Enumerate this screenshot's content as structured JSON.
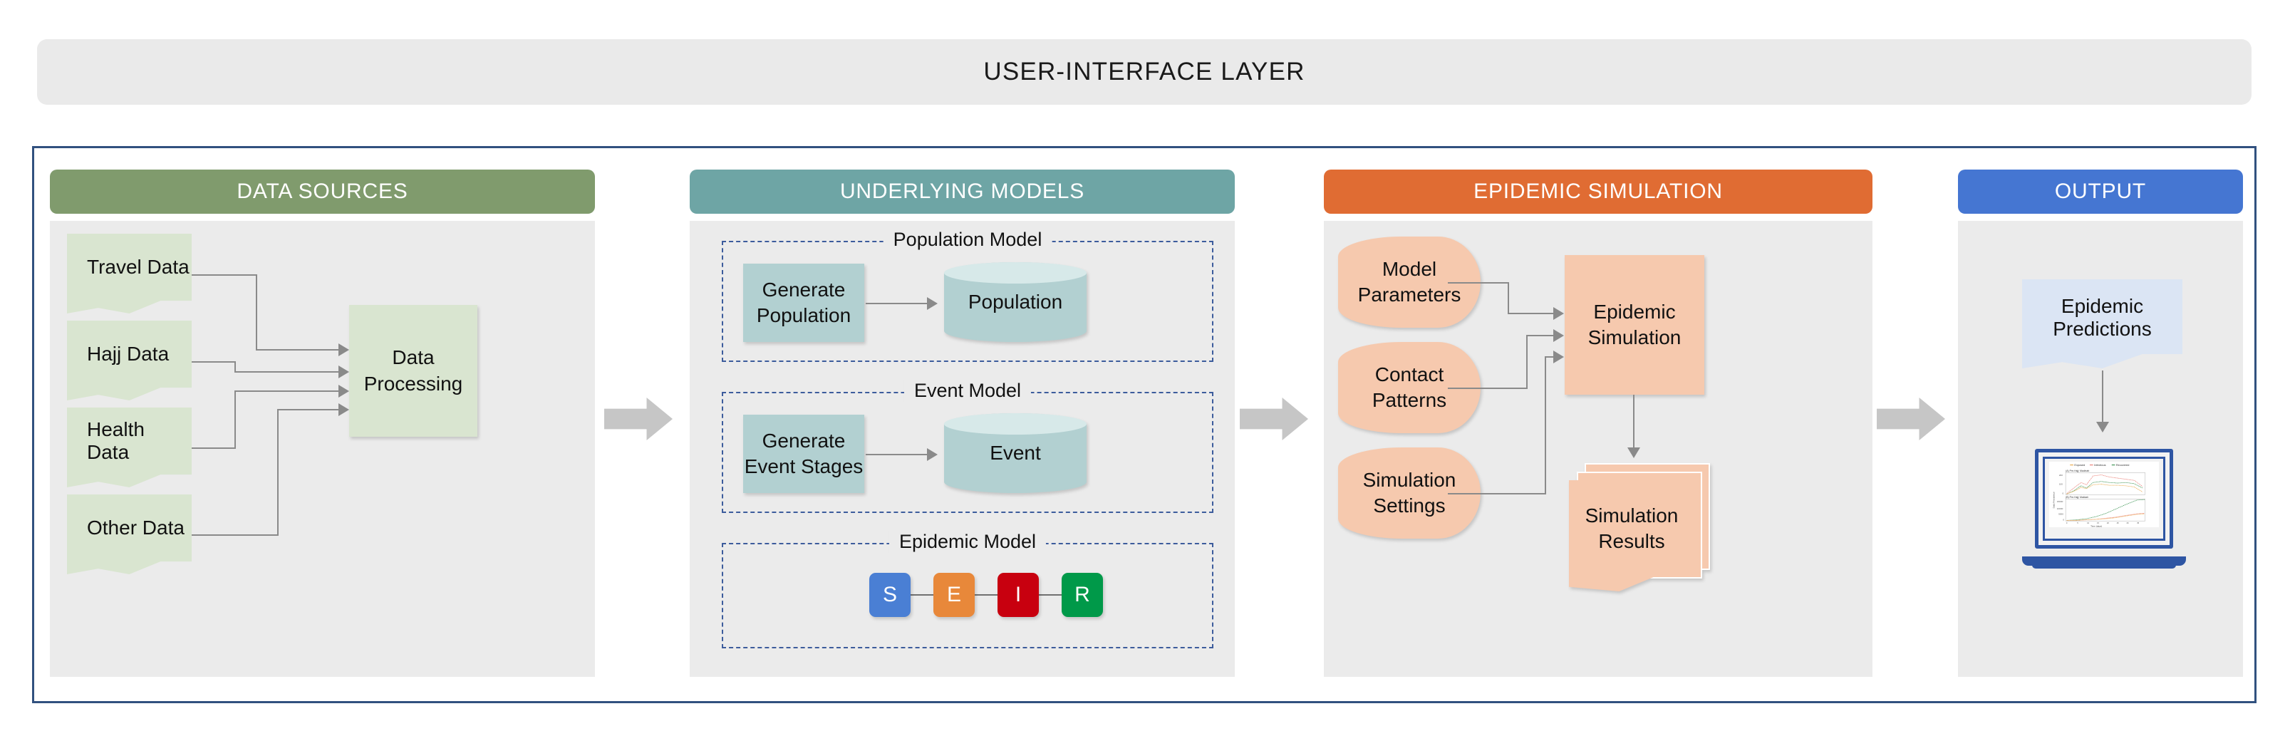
{
  "banner": {
    "title": "USER-INTERFACE LAYER"
  },
  "columns": {
    "data_sources": {
      "header": "DATA SOURCES",
      "header_color": "#809b6d",
      "cards": [
        {
          "label": "Travel Data"
        },
        {
          "label": "Hajj Data"
        },
        {
          "label": "Health Data"
        },
        {
          "label": "Other Data"
        }
      ],
      "process": {
        "label": "Data Processing"
      }
    },
    "underlying_models": {
      "header": "UNDERLYING MODELS",
      "header_color": "#6ea5a5",
      "groups": [
        {
          "title": "Population Model",
          "process": "Generate Population",
          "store": "Population"
        },
        {
          "title": "Event Model",
          "process": "Generate Event Stages",
          "store": "Event"
        },
        {
          "title": "Epidemic Model",
          "states": [
            {
              "label": "S",
              "color": "#4a7fd4"
            },
            {
              "label": "E",
              "color": "#e8883a"
            },
            {
              "label": "I",
              "color": "#c8000f"
            },
            {
              "label": "R",
              "color": "#009949"
            }
          ]
        }
      ]
    },
    "epidemic_simulation": {
      "header": "EPIDEMIC SIMULATION",
      "header_color": "#e06c33",
      "inputs": [
        {
          "label": "Model Parameters"
        },
        {
          "label": "Contact Patterns"
        },
        {
          "label": "Simulation Settings"
        }
      ],
      "engine": {
        "label": "Epidemic Simulation"
      },
      "results": {
        "label": "Simulation Results"
      }
    },
    "output": {
      "header": "OUTPUT",
      "header_color": "#4576d2",
      "card": {
        "label": "Epidemic Predictions"
      },
      "device": {
        "name": "laptop"
      }
    }
  },
  "chart_data": {
    "type": "line",
    "title": "",
    "xlabel": "Time (days)",
    "ylabel": "Daily Prevalence in Exposed",
    "x": [
      0,
      5,
      10,
      15,
      20,
      25,
      30,
      35
    ],
    "legend": [
      "Exposed",
      "Infectious",
      "Recovered"
    ],
    "legend_position": "top",
    "panels": [
      {
        "title": "(A) Pre-Hajj: Madinah",
        "ylim": [
          0,
          300
        ],
        "yticks": [
          0,
          100,
          200
        ],
        "series": [
          {
            "name": "Exposed",
            "color": "#e8a33d",
            "values": [
              5,
              45,
              90,
              120,
              150,
              155,
              145,
              70
            ]
          },
          {
            "name": "Infectious",
            "color": "#e8736a",
            "values": [
              10,
              80,
              160,
              175,
              230,
              220,
              205,
              140
            ]
          },
          {
            "name": "Recovered",
            "color": "#2e8b45",
            "values": [
              5,
              55,
              110,
              130,
              175,
              170,
              165,
              130
            ]
          }
        ]
      },
      {
        "title": "(B) Pre-Hajj: Makkah",
        "ylim": [
          0,
          22000
        ],
        "yticks": [
          0,
          5000,
          10000,
          15000
        ],
        "series": [
          {
            "name": "Exposed",
            "color": "#e8a33d",
            "values": [
              60,
              120,
              260,
              520,
              1100,
              2000,
              3400,
              5200
            ]
          },
          {
            "name": "Infectious",
            "color": "#e8736a",
            "values": [
              50,
              110,
              240,
              480,
              1000,
              1850,
              3200,
              5000
            ]
          },
          {
            "name": "Recovered",
            "color": "#2e8b45",
            "values": [
              80,
              200,
              500,
              1200,
              3000,
              6500,
              12000,
              20500
            ]
          }
        ]
      }
    ]
  }
}
